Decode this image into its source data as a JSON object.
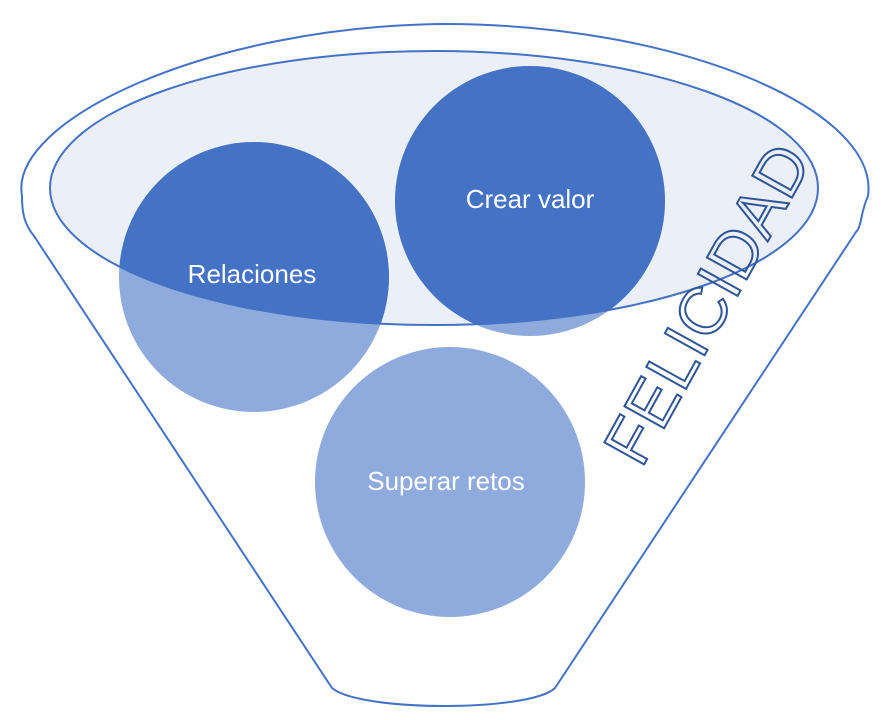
{
  "diagram": {
    "title_word": "FELICIDAD",
    "circles": [
      {
        "id": "relaciones",
        "label": "Relaciones"
      },
      {
        "id": "crear-valor",
        "label": "Crear valor"
      },
      {
        "id": "superar-retos",
        "label": "Superar retos"
      }
    ],
    "colors": {
      "outline": "#4472C4",
      "dark_fill": "#4472C4",
      "light_fill": "#8FAADC",
      "rim_fill": "#DAE3F3",
      "title_color": "#2F5597"
    }
  }
}
